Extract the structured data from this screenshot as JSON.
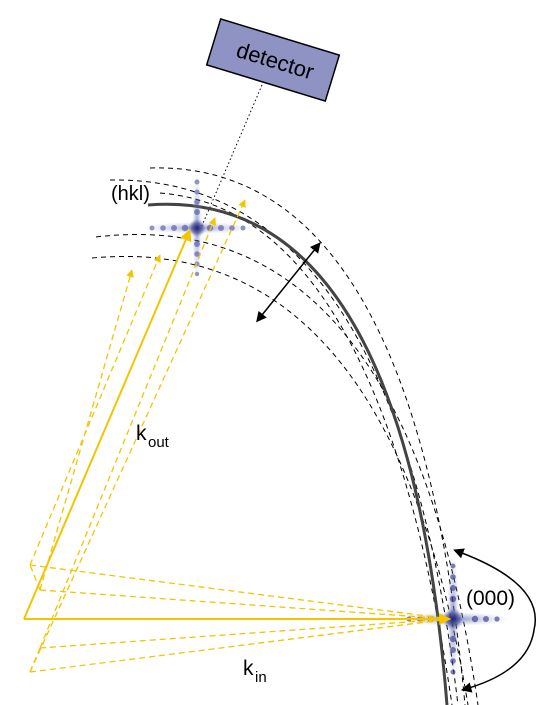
{
  "detector": {
    "label": "detector",
    "fill": "#8f93c4",
    "stroke": "#000000"
  },
  "labels": {
    "hkl": "(hkl)",
    "origin": "(000)",
    "k_out": "k",
    "k_out_sub": "out",
    "k_in": "k",
    "k_in_sub": "in"
  },
  "colors": {
    "beam": "#f4c400",
    "beam_dashed": "#f4c400",
    "sphere": "#555555",
    "shell_dashed": "#000000",
    "spot": "#2a2f7a",
    "arrow": "#000000"
  }
}
